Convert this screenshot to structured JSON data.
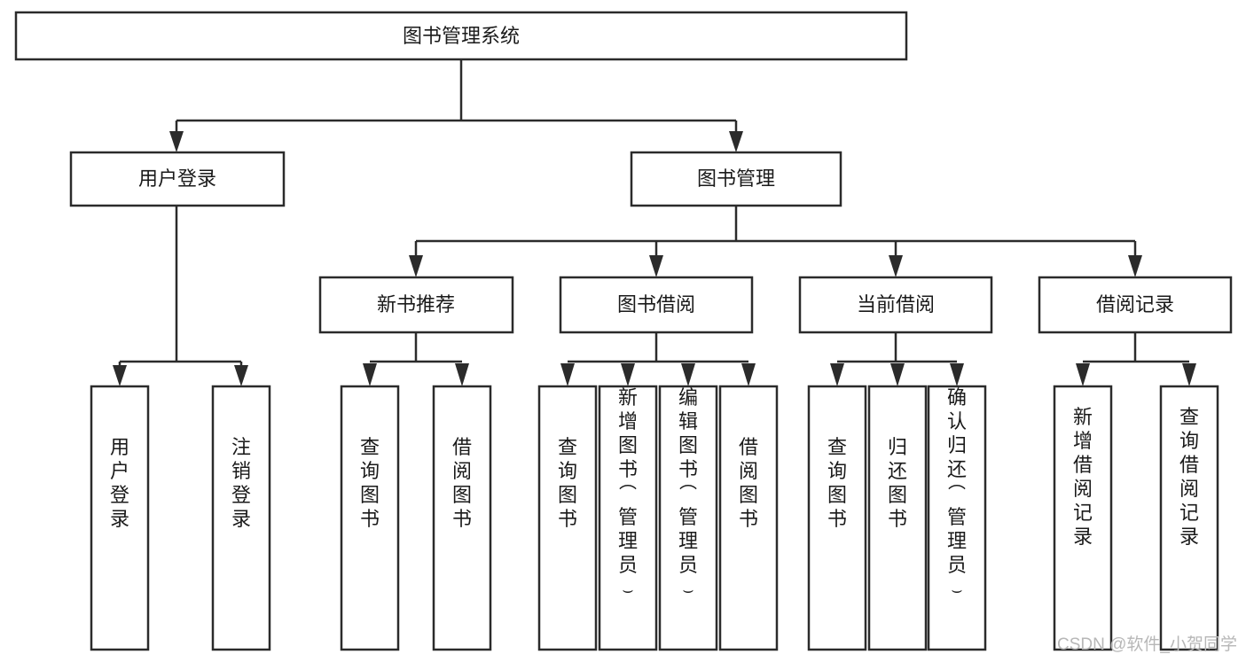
{
  "diagram": {
    "title": "图书管理系统",
    "type": "tree-hierarchy-diagram",
    "colors": {
      "background": "#ffffff",
      "stroke": "#2b2b2b",
      "box_fill": "#ffffff",
      "text": "#1a1a1a",
      "watermark": "#b7b7b7"
    },
    "nodes": {
      "root": {
        "label": "图书管理系统"
      },
      "level2": [
        {
          "label": "用户登录"
        },
        {
          "label": "图书管理"
        }
      ],
      "level3": [
        {
          "label": "新书推荐"
        },
        {
          "label": "图书借阅"
        },
        {
          "label": "当前借阅"
        },
        {
          "label": "借阅记录"
        }
      ],
      "leaves": {
        "user_login": [
          {
            "label": "用户登录"
          },
          {
            "label": "注销登录"
          }
        ],
        "new_book_recommend": [
          {
            "label": "查询图书"
          },
          {
            "label": "借阅图书"
          }
        ],
        "book_borrow": [
          {
            "label": "查询图书"
          },
          {
            "label": "新增图书（管理员）"
          },
          {
            "label": "编辑图书（管理员）"
          },
          {
            "label": "借阅图书"
          }
        ],
        "current_borrow": [
          {
            "label": "查询图书"
          },
          {
            "label": "归还图书"
          },
          {
            "label": "确认归还（管理员）"
          }
        ],
        "borrow_record": [
          {
            "label": "新增借阅记录"
          },
          {
            "label": "查询借阅记录"
          }
        ]
      }
    }
  },
  "watermark": {
    "text": "CSDN @软件_小贺同学"
  }
}
